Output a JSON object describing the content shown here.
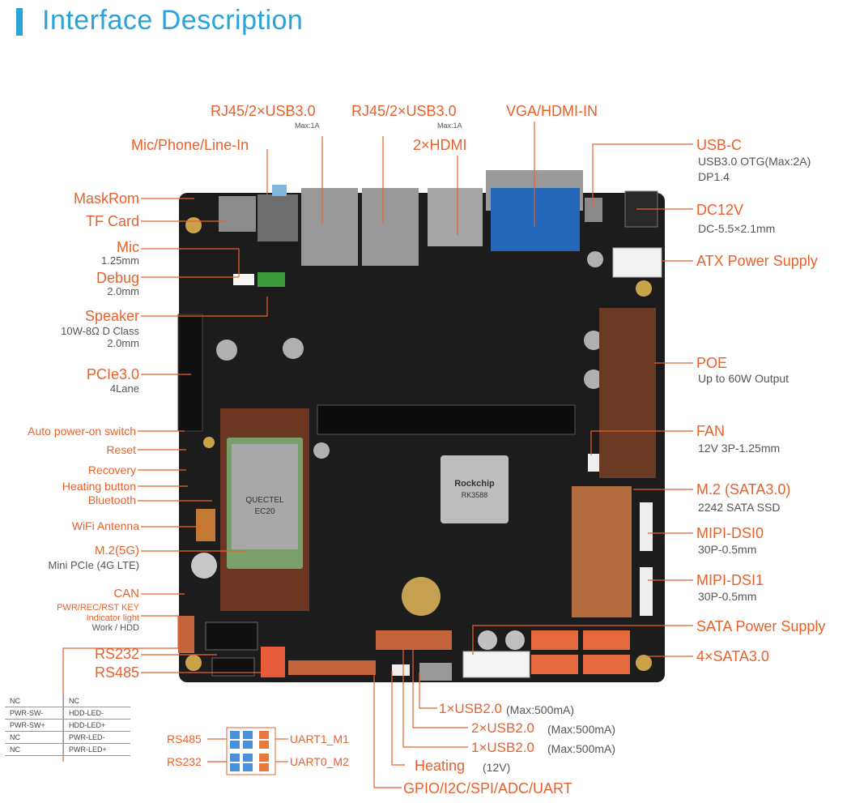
{
  "title": "Interface Description",
  "colors": {
    "accent_blue": "#2aa3d8",
    "label_orange": "#e8612c",
    "board": "#1a1a1a"
  },
  "top_labels": {
    "rj45_a": "RJ45/2×USB3.0",
    "rj45_a_sub": "Max:1A",
    "rj45_b": "RJ45/2×USB3.0",
    "rj45_b_sub": "Max:1A",
    "hdmi": "2×HDMI",
    "vga": "VGA/HDMI-IN",
    "mic_phone": "Mic/Phone/Line-In"
  },
  "left_labels": {
    "maskrom": "MaskRom",
    "tf_card": "TF Card",
    "mic": "Mic",
    "mic_sub": "1.25mm",
    "debug": "Debug",
    "debug_sub": "2.0mm",
    "speaker": "Speaker",
    "speaker_sub1": "10W-8Ω D Class",
    "speaker_sub2": "2.0mm",
    "pcie": "PCIe3.0",
    "pcie_sub": "4Lane",
    "auto_power": "Auto power-on switch",
    "reset": "Reset",
    "recovery": "Recovery",
    "heating_button": "Heating button",
    "bluetooth": "Bluetooth",
    "wifi": "WiFi Antenna",
    "m2_5g": "M.2(5G)",
    "m2_5g_sub": "Mini PCIe (4G LTE)",
    "can": "CAN",
    "pwr_key": "PWR/REC/RST KEY",
    "indicator": "Indicator light",
    "work_hdd": "Work / HDD",
    "rs232": "RS232",
    "rs485": "RS485"
  },
  "right_labels": {
    "usbc": "USB-C",
    "usbc_sub1": "USB3.0 OTG(Max:2A)",
    "usbc_sub2": "DP1.4",
    "dc12v": "DC12V",
    "dc12v_sub": "DC-5.5×2.1mm",
    "atx": "ATX Power Supply",
    "poe": "POE",
    "poe_sub": "Up to 60W Output",
    "fan": "FAN",
    "fan_sub": "12V 3P-1.25mm",
    "m2_sata": "M.2 (SATA3.0)",
    "m2_sata_sub": "2242 SATA SSD",
    "mipi0": "MIPI-DSI0",
    "mipi0_sub": "30P-0.5mm",
    "mipi1": "MIPI-DSI1",
    "mipi1_sub": "30P-0.5mm",
    "sata_power": "SATA Power Supply",
    "sata4": "4×SATA3.0"
  },
  "bottom_labels": {
    "usb20_a": "1×USB2.0",
    "usb20_a_sub": "(Max:500mA)",
    "usb20_b": "2×USB2.0",
    "usb20_b_sub": "(Max:500mA)",
    "usb20_c": "1×USB2.0",
    "usb20_c_sub": "(Max:500mA)",
    "heating": "Heating",
    "heating_sub": "(12V)",
    "gpio": "GPIO/I2C/SPI/ADC/UART"
  },
  "uart_legend": {
    "rs485": "RS485",
    "rs232": "RS232",
    "uart1": "UART1_M1",
    "uart0": "UART0_M2"
  },
  "pin_table": [
    [
      "NC",
      "NC"
    ],
    [
      "PWR-SW-",
      "HDD-LED-"
    ],
    [
      "PWR-SW+",
      "HDD-LED+"
    ],
    [
      "NC",
      "PWR-LED-"
    ],
    [
      "NC",
      "PWR-LED+"
    ]
  ],
  "chip_text": {
    "rockchip": "Rockchip",
    "rk": "RK3588",
    "quectel": "QUECTEL",
    "ec20": "EC20"
  }
}
